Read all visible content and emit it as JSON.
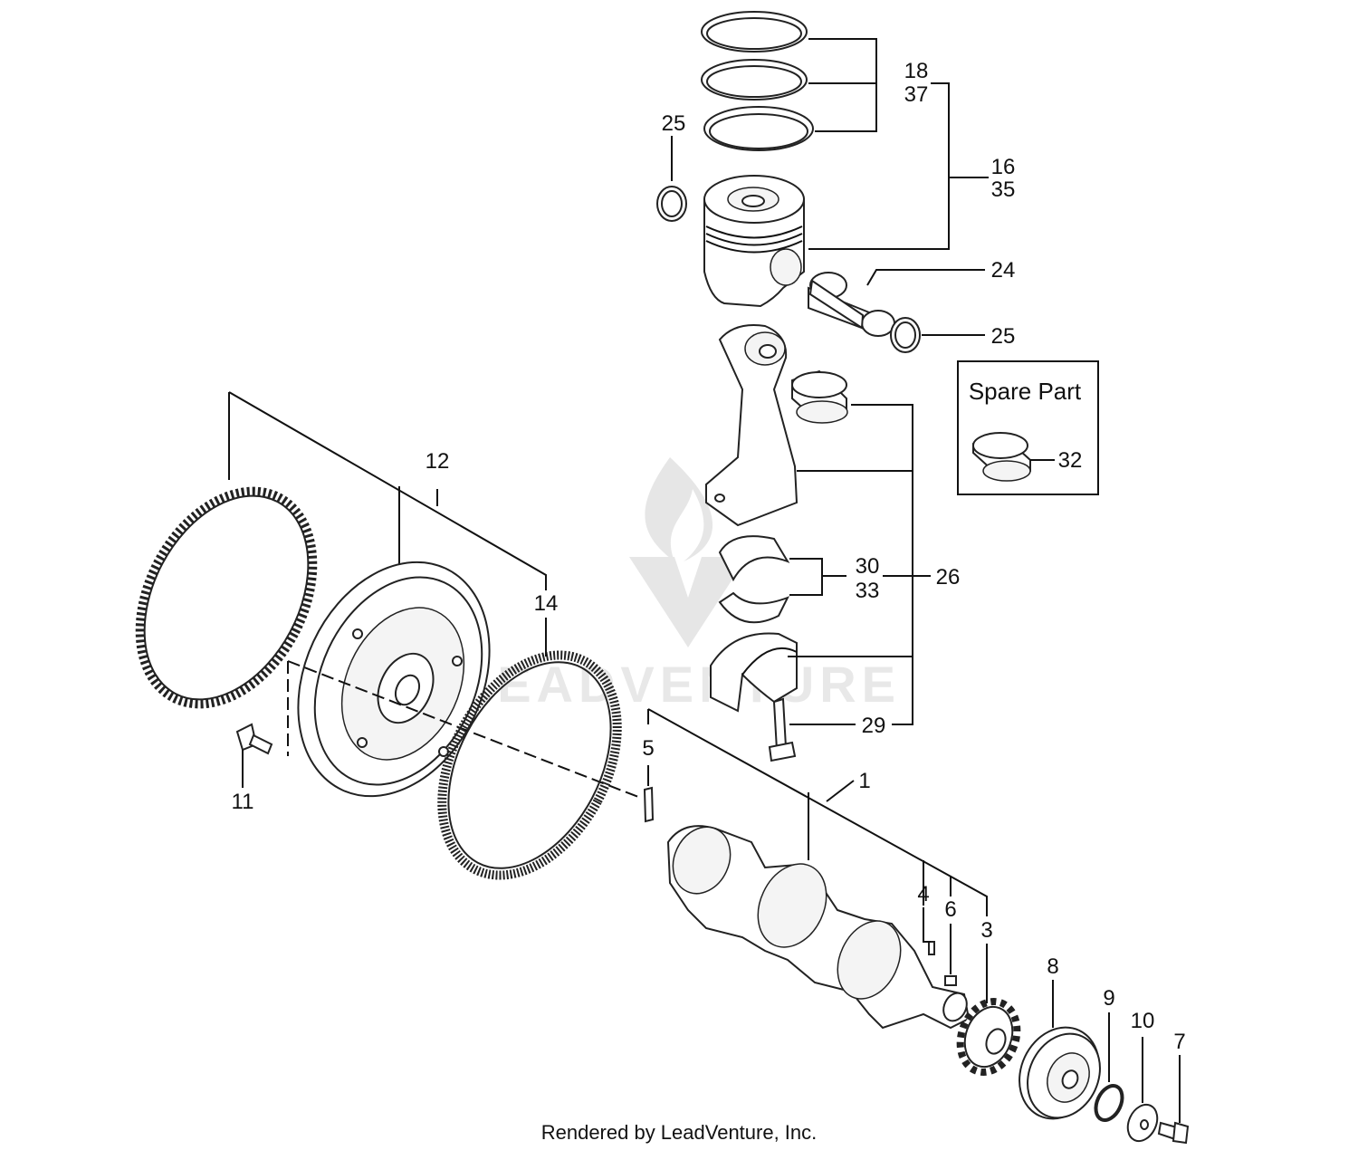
{
  "callouts": {
    "c18": "18",
    "c37": "37",
    "c25a": "25",
    "c16": "16",
    "c35": "35",
    "c24": "24",
    "c25b": "25",
    "c12": "12",
    "c14": "14",
    "c11": "11",
    "c5": "5",
    "c1": "1",
    "c4": "4",
    "c6": "6",
    "c3": "3",
    "c30": "30",
    "c33": "33",
    "c26": "26",
    "c29": "29",
    "c8": "8",
    "c9": "9",
    "c10": "10",
    "c7": "7",
    "c32": "32"
  },
  "spare_box": {
    "title": "Spare Part"
  },
  "watermark": {
    "text": "LEADVENTURE"
  },
  "footer": {
    "text": "Rendered by LeadVenture, Inc."
  },
  "colors": {
    "line": "#111111",
    "watermark": "#e6e6e6"
  }
}
